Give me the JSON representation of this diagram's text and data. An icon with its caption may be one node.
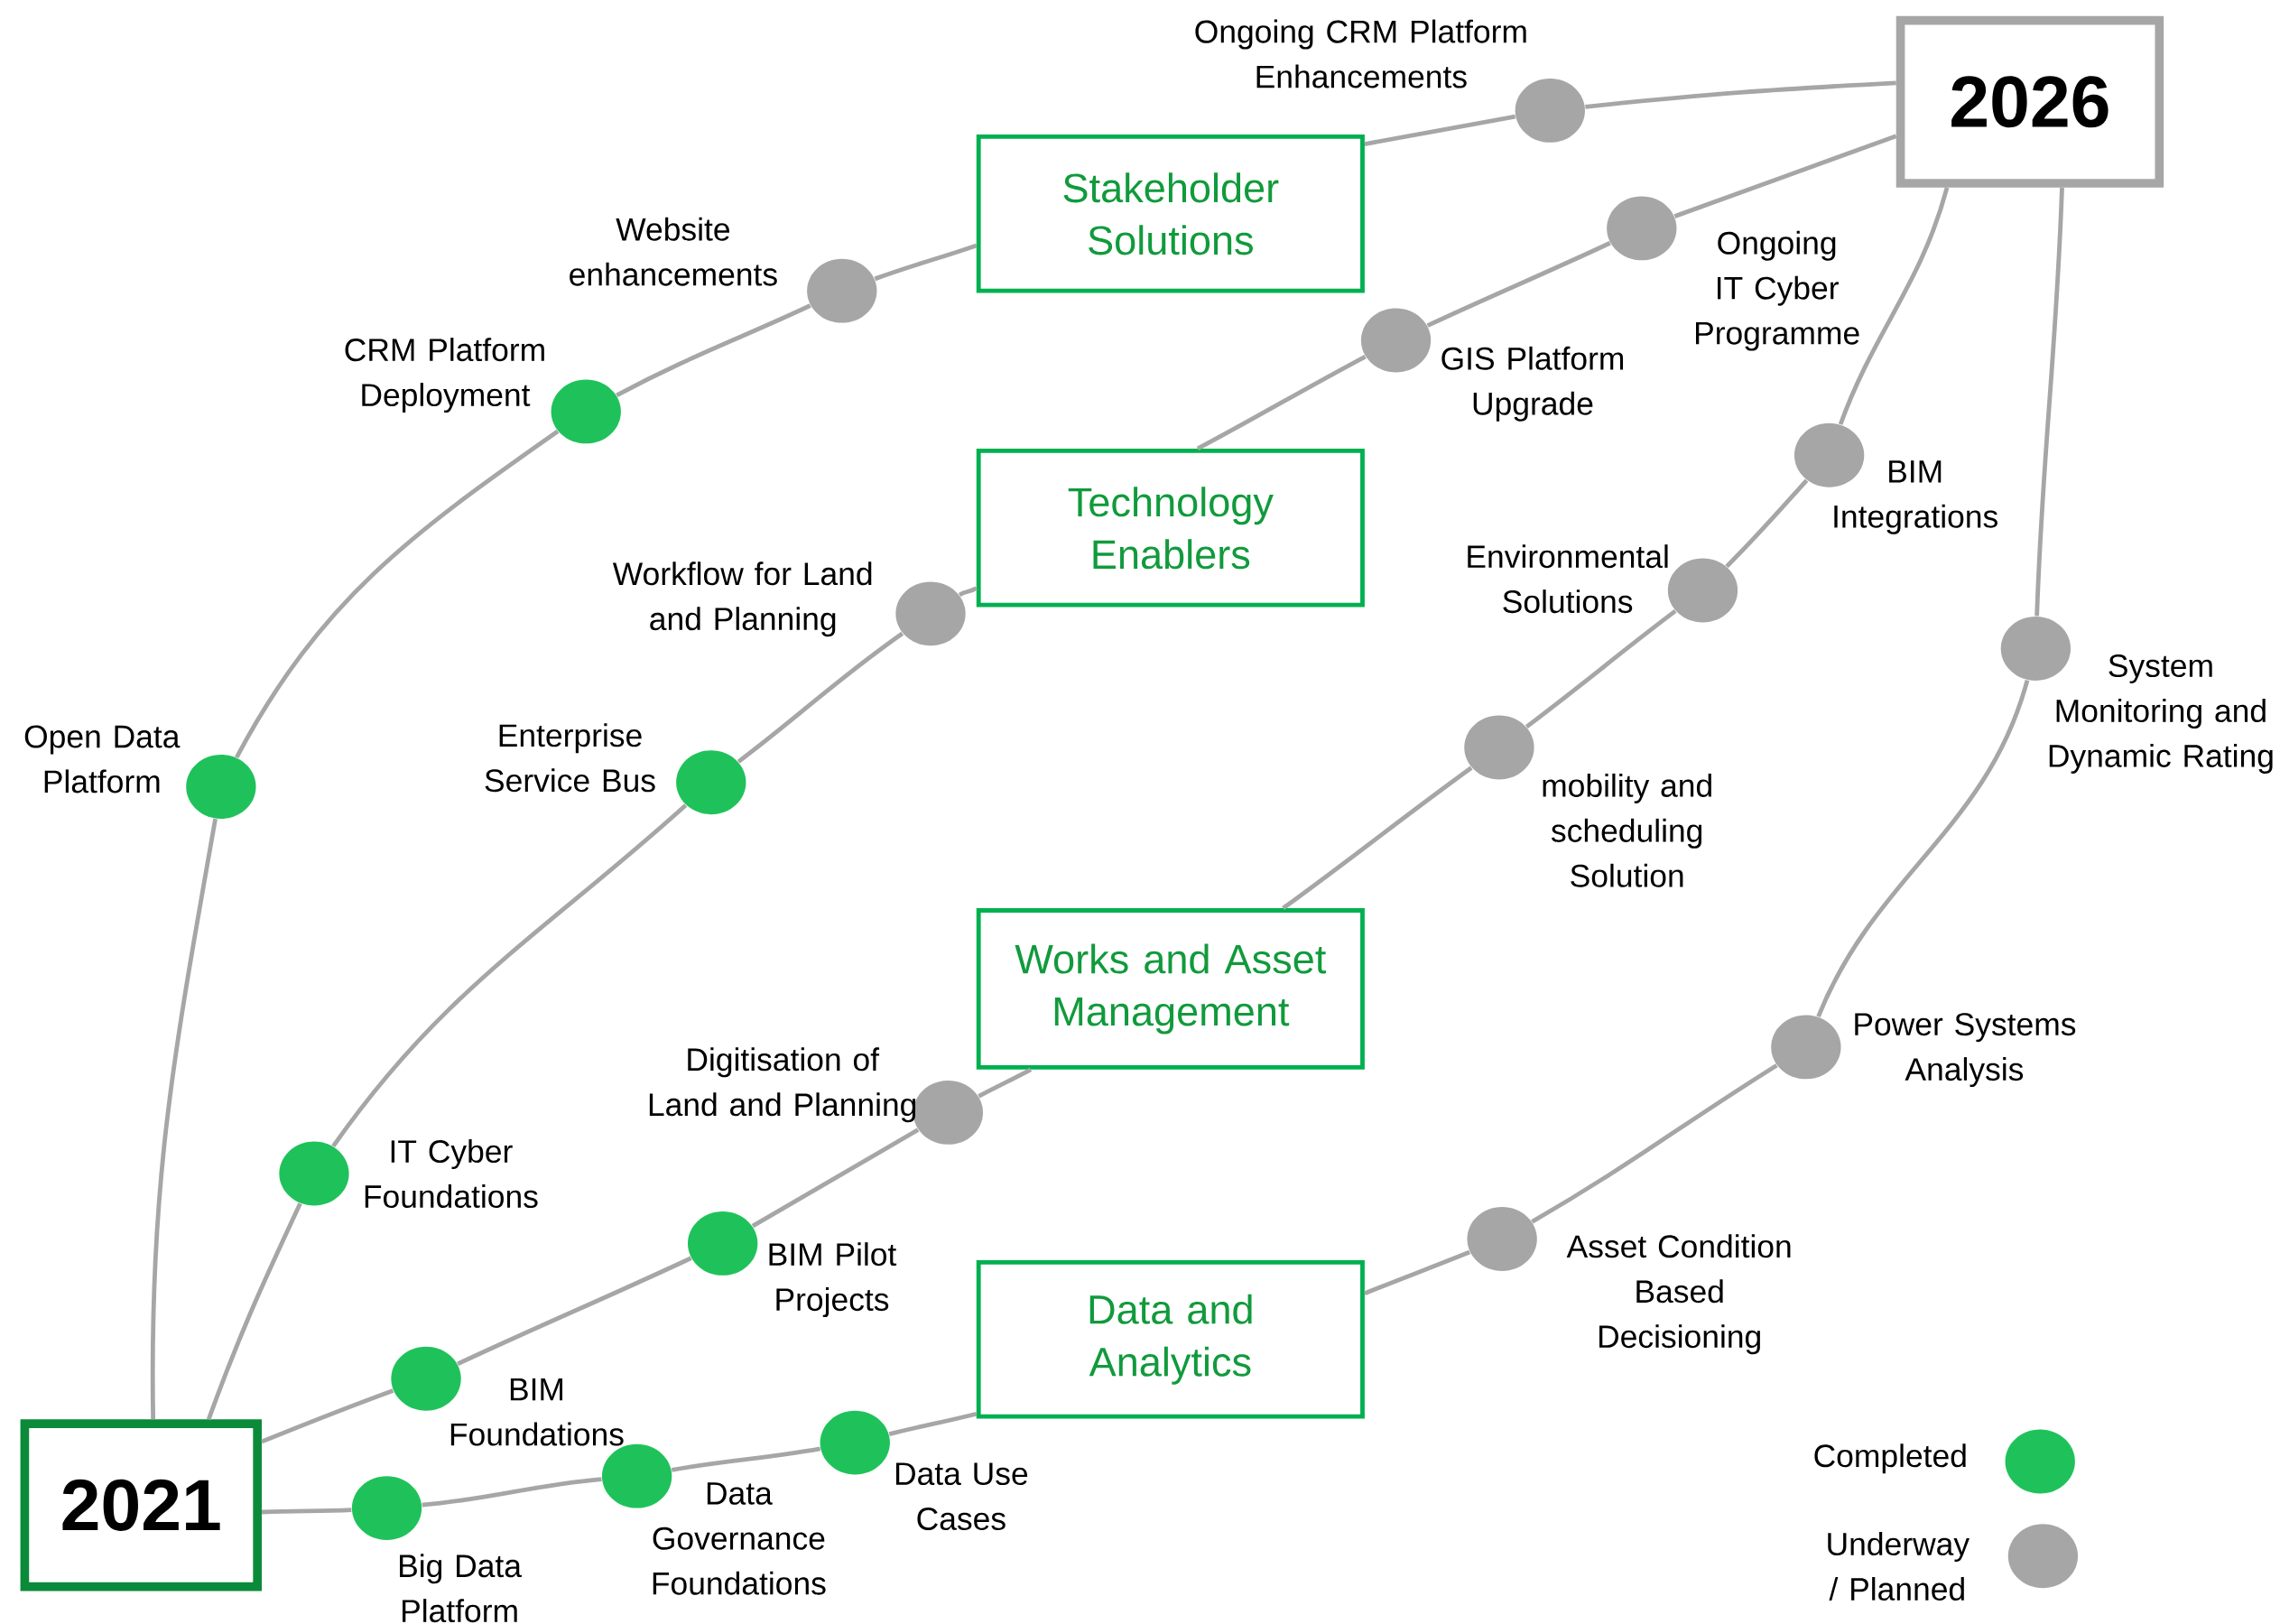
{
  "diagram": {
    "nodes": [
      {
        "text": [
          "2021"
        ]
      },
      {
        "text": [
          "2026"
        ]
      },
      {
        "text": [
          "Stakeholder Solutions"
        ]
      },
      {
        "text": [
          "Technology Enablers"
        ]
      },
      {
        "text": [
          "Works and Asset Management"
        ]
      },
      {
        "text": [
          "Data and Analytics"
        ]
      },
      {
        "text": [],
        "shape": "circle",
        "beside": [
          "Open Data Platform"
        ]
      },
      {
        "text": [],
        "shape": "circle",
        "beside": [
          "CRM Platform Deployment"
        ]
      },
      {
        "text": [],
        "shape": "circle",
        "beside": [
          "Website enhancements"
        ]
      },
      {
        "text": [],
        "shape": "circle",
        "beside": [
          "Ongoing CRM Platform Enhancements"
        ]
      },
      {
        "text": [],
        "shape": "circle",
        "beside": [
          "IT Cyber Foundations"
        ]
      },
      {
        "text": [],
        "shape": "circle",
        "beside": [
          "Enterprise Service Bus"
        ]
      },
      {
        "text": [],
        "shape": "circle",
        "beside": [
          "Workflow for Land and Planning"
        ]
      },
      {
        "text": [],
        "shape": "circle",
        "beside": [
          "GIS Platform Upgrade"
        ]
      },
      {
        "text": [],
        "shape": "circle",
        "beside": [
          "Ongoing IT Cyber Programme"
        ]
      },
      {
        "text": [],
        "shape": "circle",
        "beside": [
          "BIM Foundations"
        ]
      },
      {
        "text": [],
        "shape": "circle",
        "beside": [
          "BIM Pilot Projects"
        ]
      },
      {
        "text": [],
        "shape": "circle",
        "beside": [
          "Digitisation of Land and Planning"
        ]
      },
      {
        "text": [],
        "shape": "circle",
        "beside": [
          "mobility and scheduling Solution"
        ]
      },
      {
        "text": [],
        "shape": "circle",
        "beside": [
          "Environmental Solutions"
        ]
      },
      {
        "text": [],
        "shape": "circle",
        "beside": [
          "BIM Integrations"
        ]
      },
      {
        "text": [],
        "shape": "circle",
        "beside": [
          "Big Data Platform"
        ]
      },
      {
        "text": [],
        "shape": "circle",
        "beside": [
          "Data Governance Foundations"
        ]
      },
      {
        "text": [],
        "shape": "circle",
        "beside": [
          "Data Use Cases"
        ]
      },
      {
        "text": [],
        "shape": "circle",
        "beside": [
          "Asset Condition Based Decisioning"
        ]
      },
      {
        "text": [],
        "shape": "circle",
        "beside": [
          "Power Systems Analysis"
        ]
      },
      {
        "text": [],
        "shape": "circle",
        "beside": [
          "System Monitoring and Dynamic Rating"
        ]
      }
    ],
    "edges": [
      {
        "from": 0,
        "to": 6,
        "arrow": "none"
      },
      {
        "from": 6,
        "to": 7,
        "arrow": "none"
      },
      {
        "from": 7,
        "to": 8,
        "arrow": "none"
      },
      {
        "from": 8,
        "to": 2,
        "arrow": "none"
      },
      {
        "from": 2,
        "to": 9,
        "arrow": "none"
      },
      {
        "from": 9,
        "to": 1,
        "arrow": "none"
      },
      {
        "from": 0,
        "to": 10,
        "arrow": "none"
      },
      {
        "from": 10,
        "to": 11,
        "arrow": "none"
      },
      {
        "from": 11,
        "to": 12,
        "arrow": "none"
      },
      {
        "from": 12,
        "to": 3,
        "arrow": "none"
      },
      {
        "from": 3,
        "to": 13,
        "arrow": "none"
      },
      {
        "from": 13,
        "to": 14,
        "arrow": "none"
      },
      {
        "from": 14,
        "to": 1,
        "arrow": "none"
      },
      {
        "from": 0,
        "to": 15,
        "arrow": "none"
      },
      {
        "from": 15,
        "to": 16,
        "arrow": "none"
      },
      {
        "from": 16,
        "to": 17,
        "arrow": "none"
      },
      {
        "from": 17,
        "to": 4,
        "arrow": "none"
      },
      {
        "from": 4,
        "to": 18,
        "arrow": "none"
      },
      {
        "from": 18,
        "to": 19,
        "arrow": "none"
      },
      {
        "from": 19,
        "to": 20,
        "arrow": "none"
      },
      {
        "from": 20,
        "to": 1,
        "arrow": "none"
      },
      {
        "from": 0,
        "to": 21,
        "arrow": "none"
      },
      {
        "from": 21,
        "to": 22,
        "arrow": "none"
      },
      {
        "from": 22,
        "to": 23,
        "arrow": "none"
      },
      {
        "from": 23,
        "to": 5,
        "arrow": "none"
      },
      {
        "from": 5,
        "to": 24,
        "arrow": "none"
      },
      {
        "from": 24,
        "to": 25,
        "arrow": "none"
      },
      {
        "from": 25,
        "to": 26,
        "arrow": "none"
      },
      {
        "from": 26,
        "to": 1,
        "arrow": "none"
      }
    ],
    "legend": [
      {
        "text": "Completed",
        "color": "#1fc25a"
      },
      {
        "text": "Underway / Planned",
        "color": "#a6a6a6"
      }
    ]
  }
}
